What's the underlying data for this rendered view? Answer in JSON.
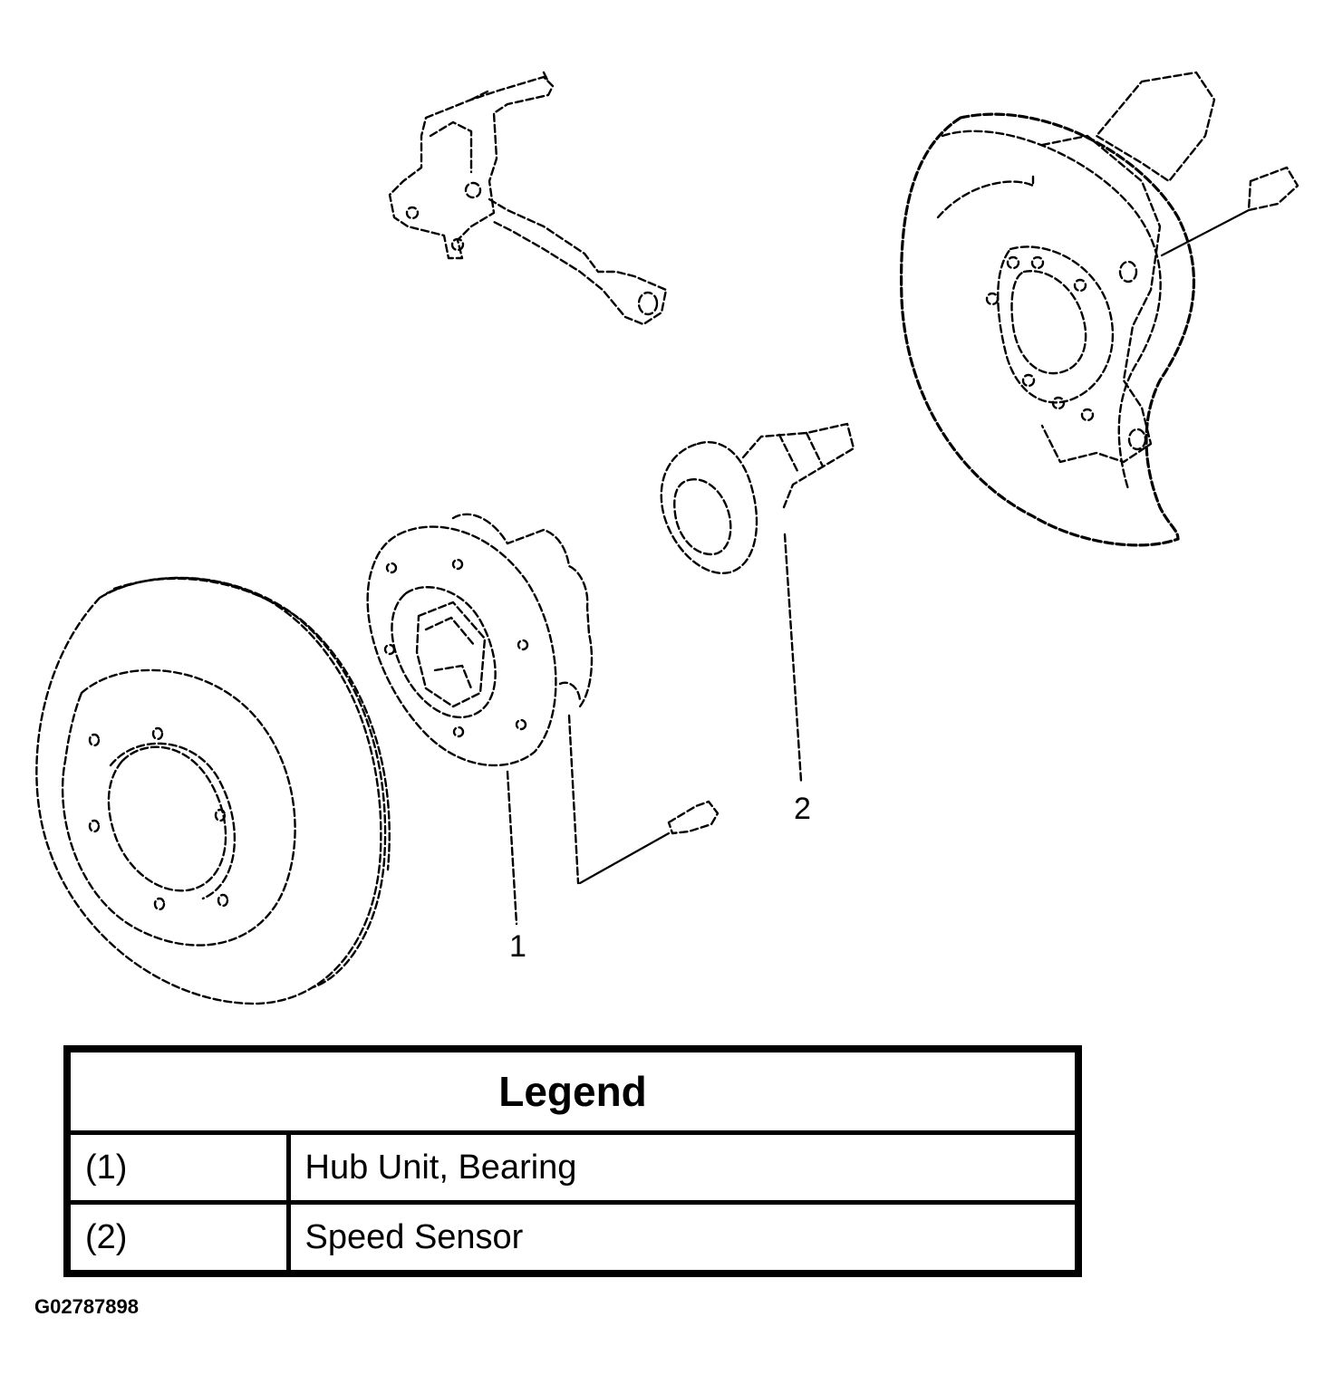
{
  "diagram": {
    "callouts": [
      {
        "number": "1",
        "part": "hub-unit-bearing"
      },
      {
        "number": "2",
        "part": "speed-sensor"
      }
    ]
  },
  "legend": {
    "title": "Legend",
    "rows": [
      {
        "key": "(1)",
        "label": "Hub Unit, Bearing"
      },
      {
        "key": "(2)",
        "label": "Speed Sensor"
      }
    ]
  },
  "figure_id": "G02787898"
}
